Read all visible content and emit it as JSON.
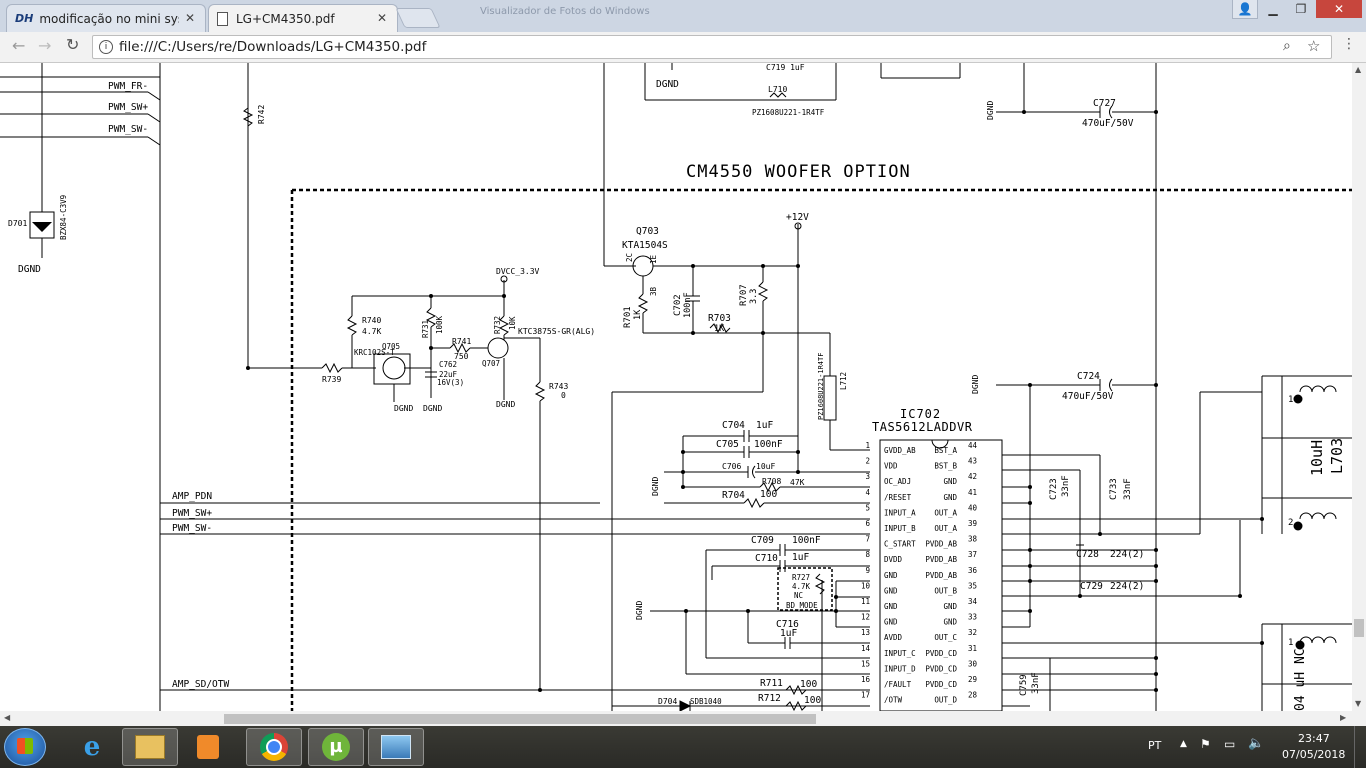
{
  "tabs": [
    {
      "label": "modificação no mini syst",
      "icon": "dh-logo-icon"
    },
    {
      "label": "LG+CM4350.pdf",
      "icon": "document-icon"
    }
  ],
  "background_title": "Visualizador de Fotos do Windows",
  "address": "file:///C:/Users/re/Downloads/LG+CM4350.pdf",
  "schematic": {
    "section_title": "CM4550 WOOFER OPTION",
    "nets": {
      "pwm_fr_minus": "PWM_FR-",
      "pwm_sw_plus_top": "PWM_SW+",
      "pwm_sw_minus_top": "PWM_SW-",
      "amp_pdn": "AMP_PDN",
      "pwm_sw_plus": "PWM_SW+",
      "pwm_sw_minus": "PWM_SW-",
      "amp_sd_otw": "AMP_SD/OTW",
      "dvcc": "DVCC_3.3V",
      "v12": "+12V"
    },
    "dgnd": "DGND",
    "components": {
      "r742": "R742",
      "d701": "D701",
      "d701_part": "BZX84-C3V9",
      "q703": "Q703",
      "q703_part": "KTA1504S",
      "c719": "C719 1uF",
      "l710": "L710",
      "l710_part": "PZ1608U221-1R4TF",
      "c727": "C727",
      "c727_val": "470uF/50V",
      "c724": "C724",
      "c724_val": "470uF/50V",
      "r740": "R740",
      "r740_val": "4.7K",
      "r731": "R731",
      "r731_val": "100K",
      "r741": "R741",
      "r741_val": "750",
      "r732": "R732",
      "r732_val": "10K",
      "q707_part": "KTC3875S-GR(ALG)",
      "q707": "Q707",
      "q705": "Q705",
      "q705_part": "KRC102S-T",
      "c762": "C762",
      "c762_val1": "22uF",
      "c762_val2": "16V(3)",
      "r739": "R739",
      "r743": "R743",
      "r743_val": "0",
      "r701": "R701",
      "r701_val": "1K",
      "c702": "C702",
      "c702_val": "100nF",
      "r707": "R707",
      "r707_val": "3.3",
      "r703": "R703",
      "r703_val": "1K",
      "l712": "L712",
      "l712_part": "PZ1608U221-1R4TF",
      "ic702": "IC702",
      "ic702_part": "TAS5612LADDVR",
      "c704": "C704",
      "c704_val": "1uF",
      "c705": "C705",
      "c705_val": "100nF",
      "c706": "C706",
      "c706_val": "10uF",
      "r708": "R708",
      "r708_val": "47K",
      "r704": "R704",
      "r704_val": "100",
      "c709": "C709",
      "c709_val": "100nF",
      "c710": "C710",
      "c710_val": "1uF",
      "r727": "R727",
      "r727_val": "4.7K",
      "r727_nc": "NC",
      "bd_mode": "BD_MODE",
      "c716": "C716",
      "c716_val": "1uF",
      "r711": "R711",
      "r711_val": "100",
      "r712": "R712",
      "r712_val": "100",
      "d704": "D704",
      "d704_part": "SDB1040",
      "c723": "C723",
      "c723_val": "33nF",
      "c733": "C733",
      "c733_val": "33nF",
      "c728": "C728",
      "c728_val": "224(2)",
      "c729": "C729",
      "c729_val": "224(2)",
      "c759": "C759",
      "c759_val": "33nF",
      "l703": "L703",
      "l703_val": "10uH",
      "bottom_right": "04 uH NC"
    },
    "ic_left_pins": [
      {
        "num": "1",
        "name": "GVDD_AB"
      },
      {
        "num": "2",
        "name": "VDD"
      },
      {
        "num": "3",
        "name": "OC_ADJ"
      },
      {
        "num": "4",
        "name": "/RESET"
      },
      {
        "num": "5",
        "name": "INPUT_A"
      },
      {
        "num": "6",
        "name": "INPUT_B"
      },
      {
        "num": "7",
        "name": "C_START"
      },
      {
        "num": "8",
        "name": "DVDD"
      },
      {
        "num": "9",
        "name": "GND"
      },
      {
        "num": "10",
        "name": "GND"
      },
      {
        "num": "11",
        "name": "GND"
      },
      {
        "num": "12",
        "name": "GND"
      },
      {
        "num": "13",
        "name": "AVDD"
      },
      {
        "num": "14",
        "name": "INPUT_C"
      },
      {
        "num": "15",
        "name": "INPUT_D"
      },
      {
        "num": "16",
        "name": "/FAULT"
      },
      {
        "num": "17",
        "name": "/OTW"
      }
    ],
    "ic_right_pins": [
      {
        "num": "44",
        "name": "BST_A"
      },
      {
        "num": "43",
        "name": "BST_B"
      },
      {
        "num": "42",
        "name": "GND"
      },
      {
        "num": "41",
        "name": "GND"
      },
      {
        "num": "40",
        "name": "OUT_A"
      },
      {
        "num": "39",
        "name": "OUT_A"
      },
      {
        "num": "38",
        "name": "PVDD_AB"
      },
      {
        "num": "37",
        "name": "PVDD_AB"
      },
      {
        "num": "36",
        "name": "PVDD_AB"
      },
      {
        "num": "35",
        "name": "OUT_B"
      },
      {
        "num": "34",
        "name": "GND"
      },
      {
        "num": "33",
        "name": "GND"
      },
      {
        "num": "32",
        "name": "OUT_C"
      },
      {
        "num": "31",
        "name": "PVDD_CD"
      },
      {
        "num": "30",
        "name": "PVDD_CD"
      },
      {
        "num": "29",
        "name": "PVDD_CD"
      },
      {
        "num": "28",
        "name": "OUT_D"
      }
    ]
  },
  "taskbar": {
    "lang": "PT",
    "time": "23:47",
    "date": "07/05/2018",
    "apps": [
      "windows-explorer-icon",
      "media-player-icon",
      "chrome-icon",
      "utorrent-icon",
      "photo-viewer-icon"
    ]
  }
}
